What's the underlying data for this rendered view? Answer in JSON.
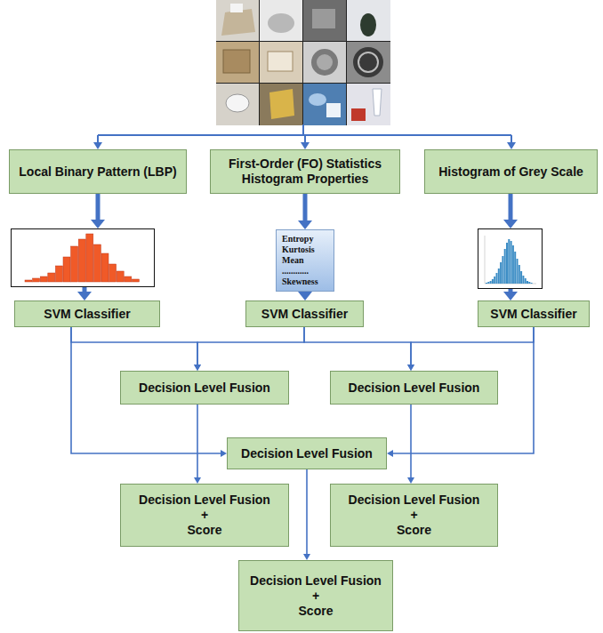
{
  "diagram": {
    "nodes": [
      {
        "text": [
          "Local Binary Pattern (LBP)"
        ]
      },
      {
        "text": [
          "First-Order (FO) Statistics Histogram Properties"
        ]
      },
      {
        "text": [
          "Histogram of Grey Scale"
        ]
      },
      {
        "text": [
          "Entropy",
          "Kurtosis",
          "Mean",
          "............",
          "Skewness"
        ]
      },
      {
        "text": [
          "SVM Classifier"
        ]
      },
      {
        "text": [
          "SVM Classifier"
        ]
      },
      {
        "text": [
          "SVM Classifier"
        ]
      },
      {
        "text": [
          "Decision Level Fusion"
        ]
      },
      {
        "text": [
          "Decision Level Fusion"
        ]
      },
      {
        "text": [
          "Decision Level Fusion"
        ]
      },
      {
        "text": [
          "Decision Level Fusion",
          "+",
          "Score"
        ]
      },
      {
        "text": [
          "Decision Level Fusion",
          "+",
          "Score"
        ]
      },
      {
        "text": [
          "Decision Level Fusion",
          "+",
          "Score"
        ]
      }
    ],
    "edges": [
      {
        "from": 1,
        "to": 3,
        "arrow": "to"
      },
      {
        "from": 3,
        "to": 5,
        "arrow": "to"
      },
      {
        "from": 4,
        "to": 7,
        "arrow": "to"
      },
      {
        "from": 5,
        "to": 7,
        "arrow": "to"
      },
      {
        "from": 5,
        "to": 8,
        "arrow": "to"
      },
      {
        "from": 6,
        "to": 8,
        "arrow": "to"
      },
      {
        "from": 4,
        "to": 9,
        "arrow": "to"
      },
      {
        "from": 6,
        "to": 9,
        "arrow": "to"
      },
      {
        "from": 7,
        "to": 10,
        "arrow": "to"
      },
      {
        "from": 8,
        "to": 11,
        "arrow": "to"
      },
      {
        "from": 9,
        "to": 12,
        "arrow": "to"
      }
    ]
  }
}
